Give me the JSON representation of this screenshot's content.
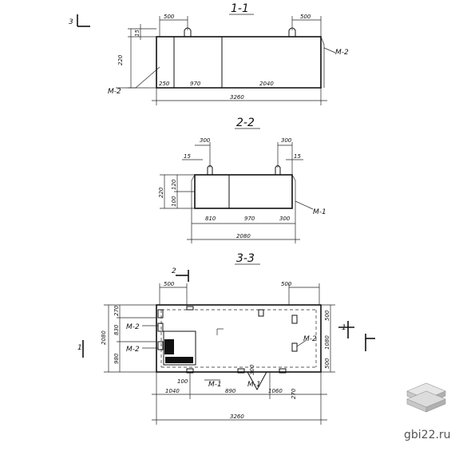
{
  "sections": {
    "s1": {
      "title": "1-1",
      "marker": "3",
      "dims": [
        "500",
        "500",
        "15",
        "220",
        "250",
        "970",
        "2040",
        "3260"
      ],
      "labels": [
        "М-2",
        "М-2"
      ]
    },
    "s2": {
      "title": "2-2",
      "dims": [
        "300",
        "300",
        "15",
        "15",
        "220",
        "100",
        "120",
        "810",
        "970",
        "300",
        "2080"
      ],
      "labels": [
        "М-1"
      ]
    },
    "s3": {
      "title": "3-3",
      "marker": "2",
      "dims": [
        "500",
        "500",
        "270",
        "830",
        "980",
        "2080",
        "1040",
        "890",
        "1060",
        "270",
        "3260",
        "100",
        "300",
        "500",
        "1080",
        "500"
      ],
      "labels": [
        "М-2",
        "М-2",
        "М-1",
        "М-1",
        "М-2"
      ],
      "side_markers": [
        "1",
        "1"
      ]
    }
  },
  "watermark": "gbi22.ru"
}
